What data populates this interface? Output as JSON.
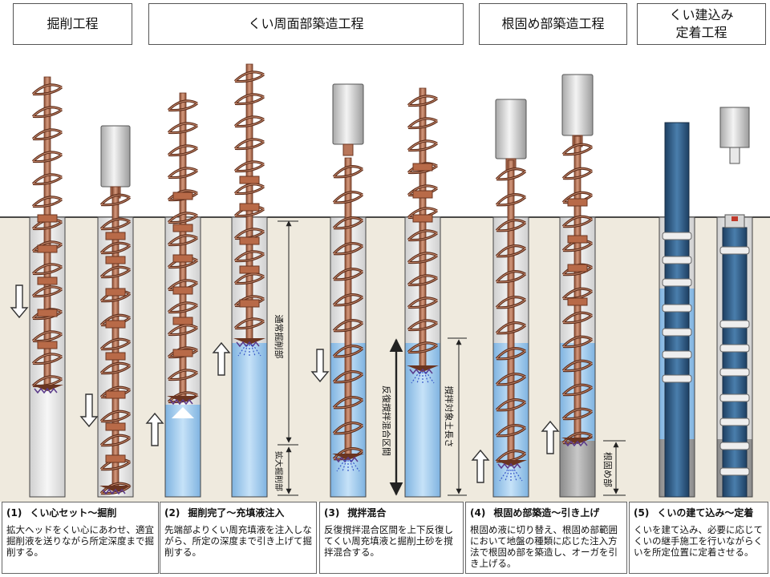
{
  "stages": [
    {
      "label": "掘削工程"
    },
    {
      "label": "くい周面部築造工程"
    },
    {
      "label": "根固め部築造工程"
    },
    {
      "label": "くい建込み\n定着工程"
    }
  ],
  "labels": {
    "normal_excavation": "通常掘削部",
    "enlarged_excavation": "拡大掘削部",
    "repeat_mixing": "反復撹拌混合区間",
    "mixing_target_length": "撹拌対象土長さ",
    "root_fixing": "根固め部"
  },
  "captions": [
    {
      "num": "(1)",
      "title": "くい心セット～掘削",
      "body": "拡大ヘッドをくい心にあわせ、適宜掘削液を送りながら所定深度まで掘削する。"
    },
    {
      "num": "(2)",
      "title": "掘削完了～充填液注入",
      "body": "先端部よりくい周充填液を注入しながら、所定の深度まで引き上げて掘削する。"
    },
    {
      "num": "(3)",
      "title": "撹拌混合",
      "body": "反復撹拌混合区間を上下反復してくい周充填液と掘削土砂を撹拌混合する。"
    },
    {
      "num": "(4)",
      "title": "根固め部築造～引き上げ",
      "body": "根固め液に切り替え、根固め部範囲において地盤の種類に応じた注入方法で根固め部を築造し、オーガを引き上げる。"
    },
    {
      "num": "(5)",
      "title": "くいの建て込み～定着",
      "body": "くいを建て込み、必要に応じてくいの継手施工を行いながらくいを所定位置に定着させる。"
    }
  ],
  "colors": {
    "ground": "#efeade",
    "borehole": "#f2f2f2",
    "fill_liquid": "#a8d0f0",
    "root_liquid": "#a9a9a9",
    "auger_rod": "#b8765a",
    "auger_blade": "#5a2a18",
    "pile": "#2e5f8c",
    "motor": "#dcdcdc"
  },
  "icons": [
    "arrow-down-icon",
    "arrow-up-icon",
    "dimension-arrow-icon",
    "spray-icon"
  ]
}
